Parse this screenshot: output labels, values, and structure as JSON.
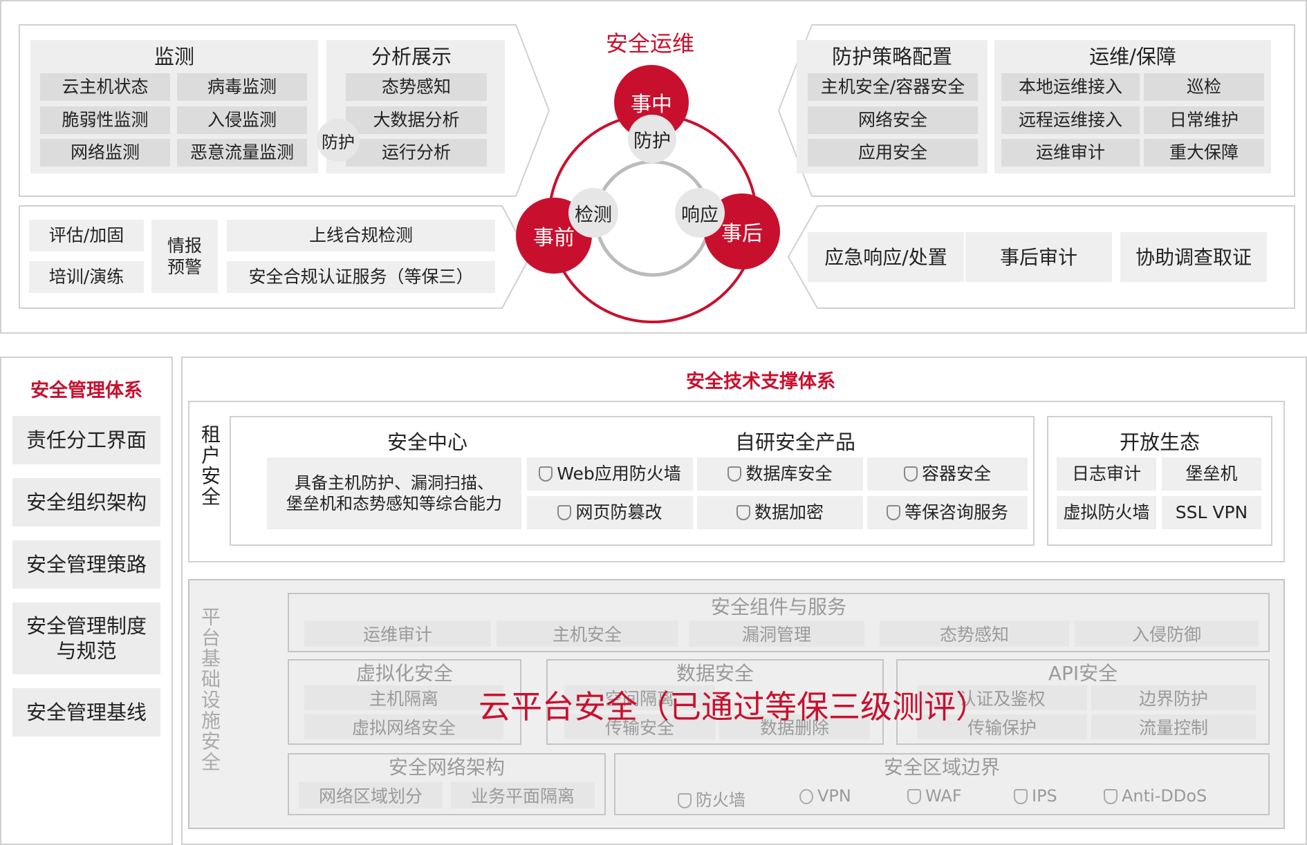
{
  "colors": {
    "accent": "#c8102e",
    "panel": "#eeeeee",
    "cell": "#dcdcdc"
  },
  "ops": {
    "center_title": "安全运维",
    "phases": {
      "during": "事中",
      "before": "事前",
      "after": "事后"
    },
    "inner": {
      "protect": "防护",
      "detect": "检测",
      "respond": "响应"
    },
    "monitor": {
      "title": "监测",
      "items": [
        "云主机状态",
        "病毒监测",
        "脆弱性监测",
        "入侵监测",
        "网络监测",
        "恶意流量监测"
      ]
    },
    "protect_label": "防护",
    "analysis": {
      "title": "分析展示",
      "items": [
        "态势感知",
        "大数据分析",
        "运行分析"
      ]
    },
    "before": {
      "assess": "评估/加固",
      "train": "培训/演练",
      "intel": "情报\n预警",
      "online": "上线合规检测",
      "compliance": "安全合规认证服务（等保三）"
    },
    "policy": {
      "title": "防护策略配置",
      "items": [
        "主机安全/容器安全",
        "网络安全",
        "应用安全"
      ]
    },
    "maint": {
      "title": "运维/保障",
      "items": [
        "本地运维接入",
        "巡检",
        "远程运维接入",
        "日常维护",
        "运维审计",
        "重大保障"
      ]
    },
    "after": {
      "items": [
        "应急响应/处置",
        "事后审计",
        "协助调查取证"
      ]
    }
  },
  "mgmt": {
    "title": "安全管理体系",
    "items": [
      "责任分工界面",
      "安全组织架构",
      "安全管理策路",
      "安全管理制度\n与规范",
      "安全管理基线"
    ]
  },
  "tech": {
    "title": "安全技术支撑体系",
    "tenant_label": "租户安全",
    "center_title": "安全中心",
    "center_desc": "具备主机防护、漏洞扫描、\n堡垒机和态势感知等综合能力",
    "self_title": "自研安全产品",
    "self_items": [
      "Web应用防火墙",
      "数据库安全",
      "容器安全",
      "网页防篡改",
      "数据加密",
      "等保咨询服务"
    ],
    "open_title": "开放生态",
    "open_items": [
      "日志审计",
      "堡垒机",
      "虚拟防火墙",
      "SSL VPN"
    ],
    "platform_label": "平台基础设施安全",
    "components_title": "安全组件与服务",
    "components": [
      "运维审计",
      "主机安全",
      "漏洞管理",
      "态势感知",
      "入侵防御"
    ],
    "virt_title": "虚拟化安全",
    "virt_items": [
      "主机隔离",
      "虚拟网络安全"
    ],
    "data_title": "数据安全",
    "data_items": [
      "空间隔离",
      "传输安全",
      "数据删除"
    ],
    "api_title": "API安全",
    "api_items": [
      "认证及鉴权",
      "边界防护",
      "传输保护",
      "流量控制"
    ],
    "net_title": "安全网络架构",
    "net_items": [
      "网络区域划分",
      "业务平面隔离"
    ],
    "zone_title": "安全区域边界",
    "zone_items": [
      "防火墙",
      "VPN",
      "WAF",
      "IPS",
      "Anti-DDoS"
    ],
    "overlay": "云平台安全（已通过等保三级测评）"
  }
}
